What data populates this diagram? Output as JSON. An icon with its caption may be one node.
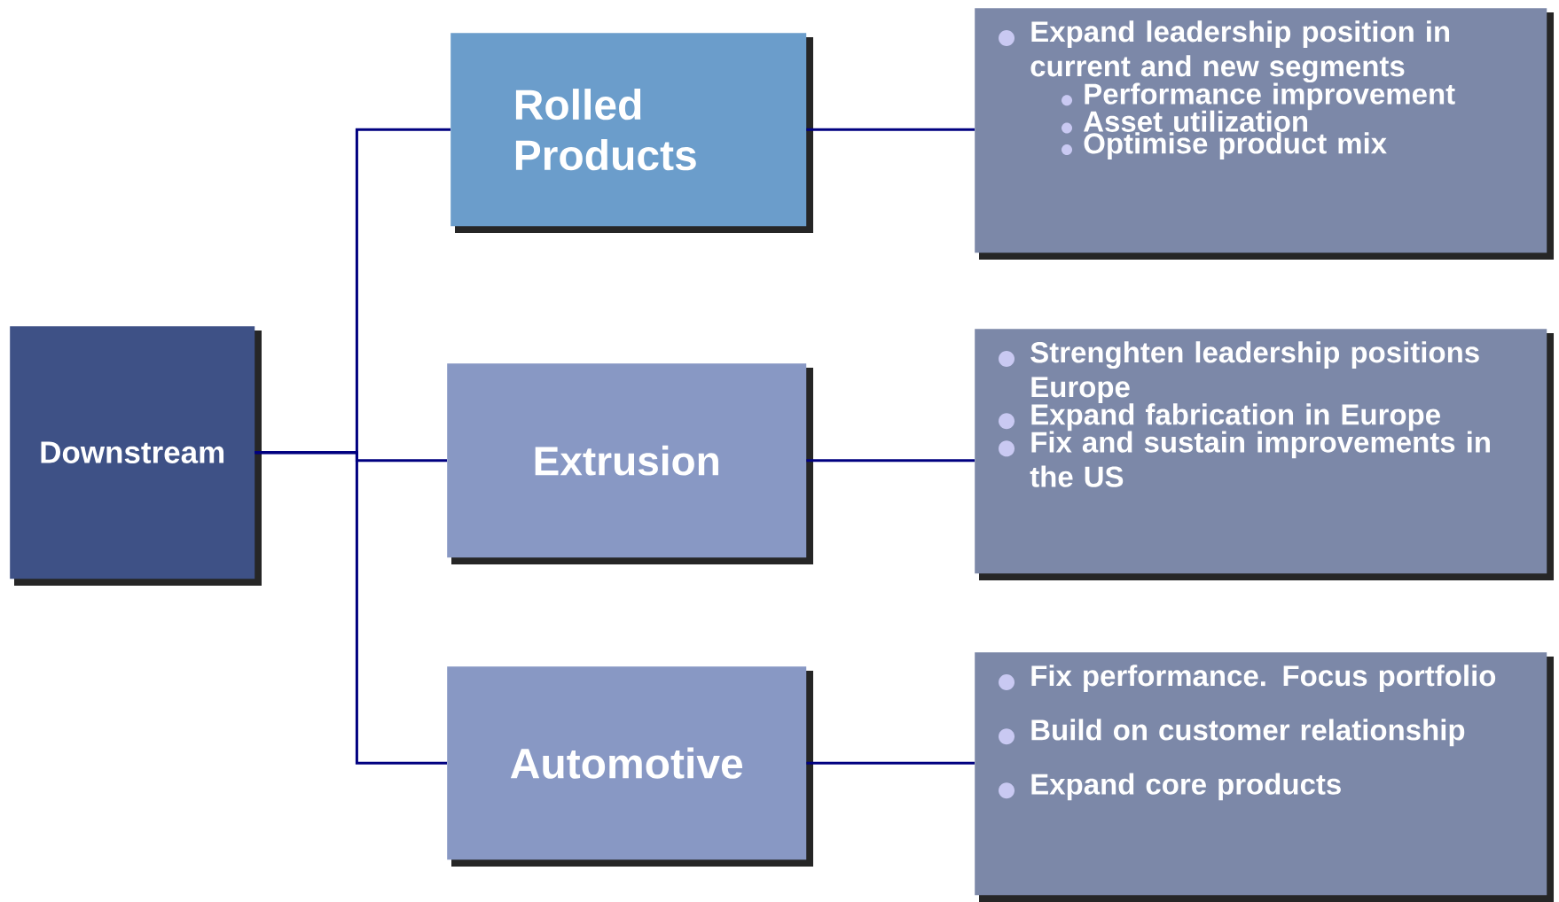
{
  "diagram": {
    "nodes": [
      {
        "text": [
          "Downstream"
        ]
      },
      {
        "text": [
          "Rolled Products"
        ]
      },
      {
        "text": [
          "Expand leadership position in current and new segments",
          "Performance improvement",
          "Asset utilization",
          "Optimise product mix"
        ]
      },
      {
        "text": [
          "Extrusion"
        ]
      },
      {
        "text": [
          "Strenghten leadership positions Europe",
          "Expand fabrication in Europe",
          "Fix and sustain improvements in the US"
        ]
      },
      {
        "text": [
          "Automotive"
        ]
      },
      {
        "text": [
          "Fix performance. Focus portfolio",
          "Build on customer relationship",
          "Expand core products"
        ]
      }
    ],
    "edges": [
      {
        "from": 0,
        "to": 1,
        "arrow": "none"
      },
      {
        "from": 0,
        "to": 3,
        "arrow": "none"
      },
      {
        "from": 0,
        "to": 5,
        "arrow": "none"
      },
      {
        "from": 1,
        "to": 2,
        "arrow": "none"
      },
      {
        "from": 3,
        "to": 4,
        "arrow": "none"
      },
      {
        "from": 5,
        "to": 6,
        "arrow": "none"
      }
    ]
  }
}
